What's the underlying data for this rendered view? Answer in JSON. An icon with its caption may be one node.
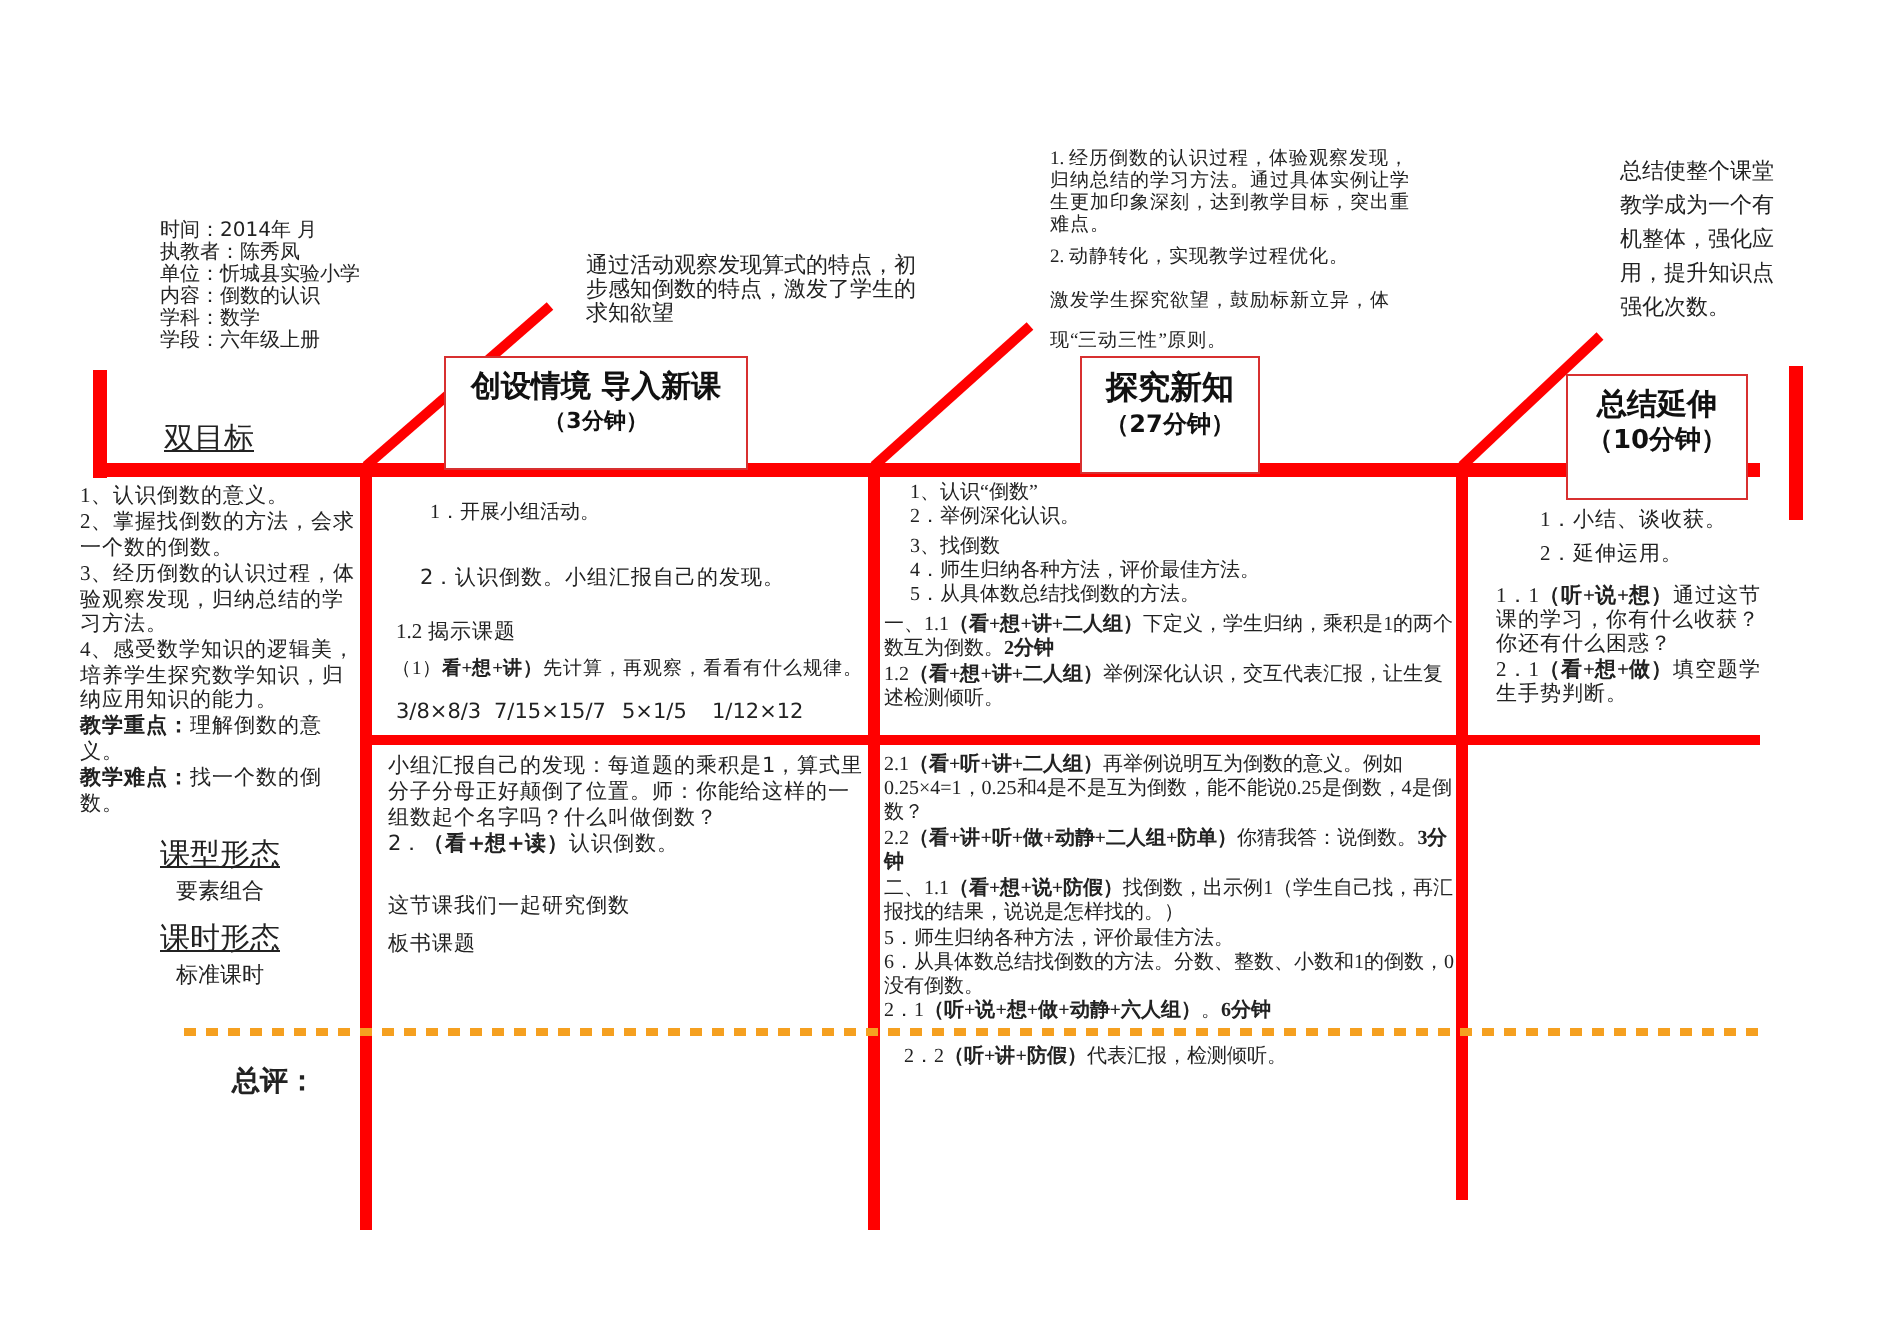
{
  "diagram": {
    "nodes": [
      {
        "text": [
          "创设情境 导入新课",
          "（3分钟）"
        ]
      },
      {
        "text": [
          "探究新知",
          "（27分钟）"
        ]
      },
      {
        "text": [
          "总结延伸",
          "（10分钟）"
        ]
      }
    ],
    "labels": [
      "时间：2014年 月",
      "执教者：陈秀凤",
      "单位：忻城县实验小学",
      "内容：倒数的认识",
      "学科：数学",
      "学段：六年级上册",
      "通过活动观察发现算式的特点，初步感知倒数的特点，激发了学生的求知欲望",
      "1. 经历倒数的认识过程，体验观察发现，归纳总结的学习方法。通过具体实例让学生更加印象深刻，达到教学目标，突出重难点。",
      "2. 动静转化，实现教学过程优化。",
      "激发学生探究欲望，鼓励标新立异，体现“三动三性”原则。",
      "总结使整个课堂教学成为一个有机整体，强化应用，提升知识点强化次数。",
      "双目标",
      "1、认识倒数的意义。",
      "2、掌握找倒数的方法，会求一个数的倒数。",
      "3、经历倒数的认识过程，体验观察发现，归纳总结的学习方法。",
      "4、感受数学知识的逻辑美，培养学生探究数学知识，归纳应用知识的能力。",
      "**教学重点：**理解倒数的意义。",
      "**教学难点：**找一个数的倒数。",
      "课型形态",
      "要素组合",
      "课时形态",
      "标准课时",
      "总评：",
      "1．开展小组活动。",
      "2．认识倒数。小组汇报自己的发现。",
      "1.2 揭示课题",
      "（1）**看+想+讲）**先计算，再观察，看看有什么规律。",
      "3/8×8/3",
      "7/15×15/7",
      "5×1/5",
      "1/12×12",
      "小组汇报自己的发现：每道题的乘积是1，算式里分子分母正好颠倒了位置。师：你能给这样的一组数起个名字吗？什么叫做倒数？",
      "2．**（看+想+读）**认识倒数。",
      "这节课我们一起研究倒数",
      "板书课题",
      "1、认识“倒数”",
      "2．举例深化认识。",
      "3、找倒数",
      "4．师生归纳各种方法，评价最佳方法。",
      "5．从具体数总结找倒数的方法。",
      "一、1.1**（看+想+讲+二人组）**下定义，学生归纳，乘积是1的两个数互为倒数。**2分钟**",
      "1.2**（看+想+讲+二人组）**举例深化认识，交互代表汇报，让生复述检测倾听。",
      "2.1**（看+听+讲+二人组）**再举例说明互为倒数的意义。例如0.25×4=1，0.25和4是不是互为倒数，能不能说0.25是倒数，4是倒数？",
      "2.2**（看+讲+听+做+动静+二人组+防单）**你猜我答：说倒数。**3分钟**",
      "二、1.1**（看+想+说+防假）**找倒数，出示例1（学生自己找，再汇报找的结果，说说是怎样找的。）",
      "5．师生归纳各种方法，评价最佳方法。",
      "6．从具体数总结找倒数的方法。分数、整数、小数和1的倒数，0没有倒数。",
      "2．1**（听+说+想+做+动静+六人组）**。**6分钟**",
      "2．2**（听+讲+防假）**代表汇报，检测倾听。",
      "1．小结、谈收获。",
      "2．延伸运用。",
      "1．1**（听+说+想）**通过这节课的学习，你有什么收获？你还有什么困惑？",
      "2．1**（看+想+做）**填空题学生手势判断。"
    ]
  }
}
